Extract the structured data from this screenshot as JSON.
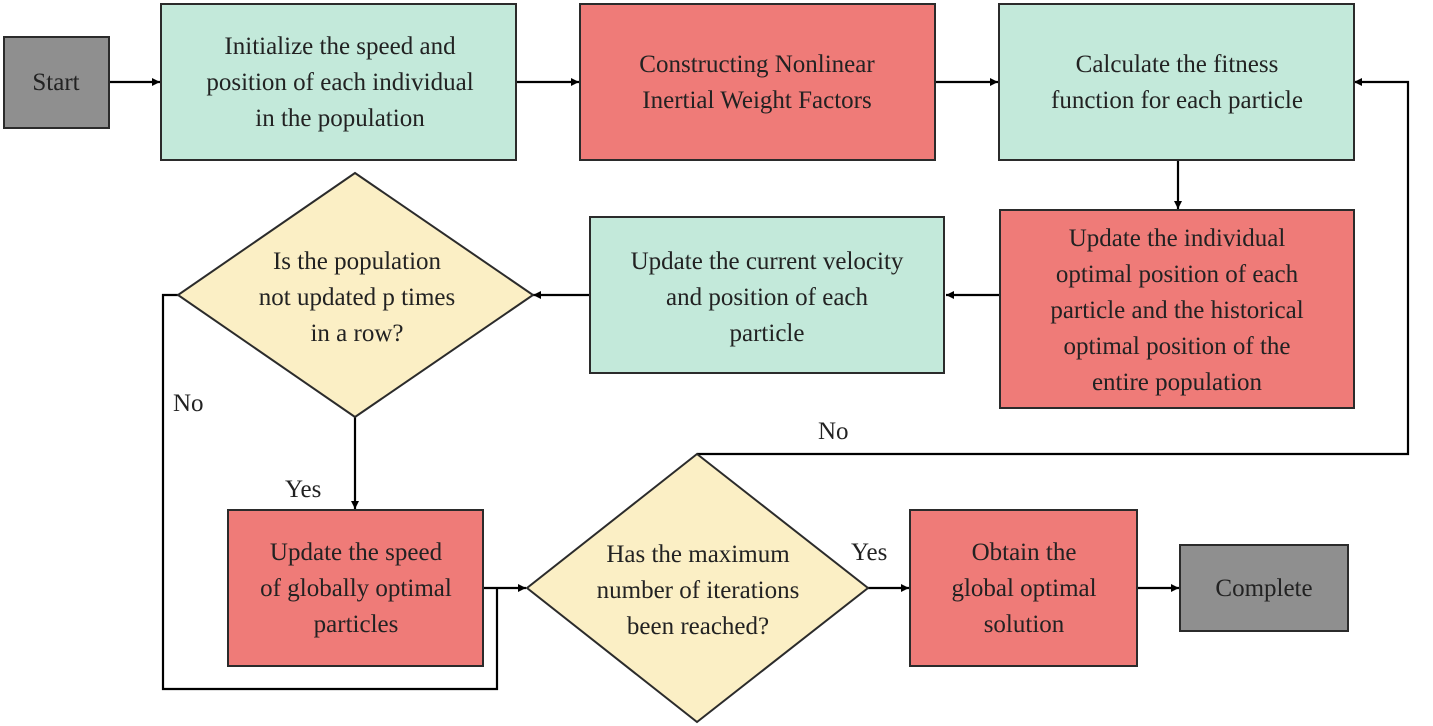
{
  "colors": {
    "green": "#c3e9da",
    "red": "#ef7b78",
    "gray": "#8f8f8f",
    "yellow": "#fbefc5",
    "line": "#000000"
  },
  "nodes": {
    "start": {
      "lines": [
        "Start"
      ]
    },
    "init": {
      "lines": [
        "Initialize the speed and",
        "position of each individual",
        "in the population"
      ]
    },
    "construct": {
      "lines": [
        "Constructing Nonlinear",
        "Inertial Weight Factors"
      ]
    },
    "fitness": {
      "lines": [
        "Calculate the fitness",
        "function for each particle"
      ]
    },
    "update_optimal": {
      "lines": [
        "Update the individual",
        "optimal position of each",
        "particle and the historical",
        "optimal position of the",
        "entire population"
      ]
    },
    "update_velocity": {
      "lines": [
        "Update the current velocity",
        "and position of each",
        "particle"
      ]
    },
    "decision_population": {
      "lines": [
        "Is the population",
        "not updated p times",
        "in a row?"
      ]
    },
    "update_speed_global": {
      "lines": [
        "Update the speed",
        "of globally optimal",
        "particles"
      ]
    },
    "decision_iterations": {
      "lines": [
        "Has the maximum",
        "number of iterations",
        "been reached?"
      ]
    },
    "obtain_solution": {
      "lines": [
        "Obtain the",
        "global optimal",
        "solution"
      ]
    },
    "complete": {
      "lines": [
        "Complete"
      ]
    }
  },
  "edge_labels": {
    "population_no": "No",
    "population_yes": "Yes",
    "iterations_no": "No",
    "iterations_yes": "Yes"
  }
}
